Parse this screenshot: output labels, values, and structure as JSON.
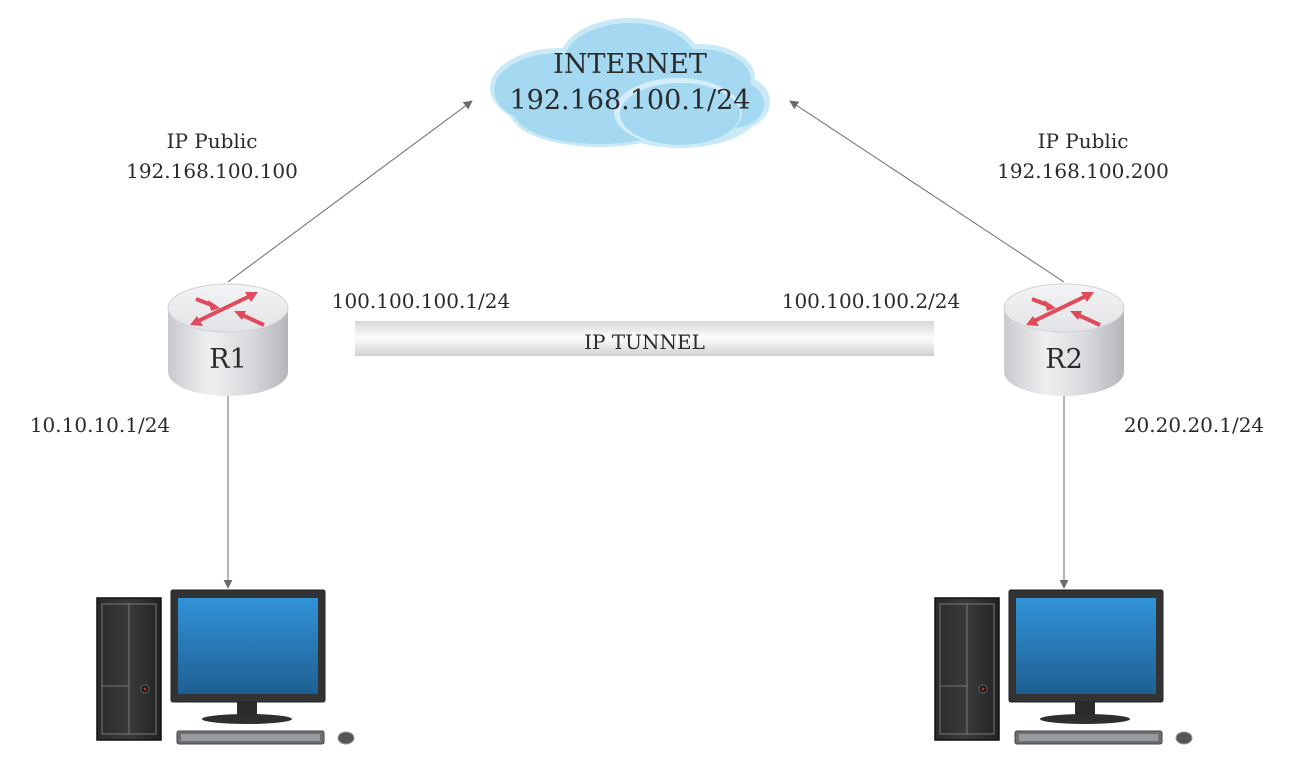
{
  "internet": {
    "title": "INTERNET",
    "address": "192.168.100.1/24"
  },
  "routers": [
    {
      "name": "R1",
      "public_label": "IP Public",
      "public_ip": "192.168.100.100",
      "tunnel_ip": "100.100.100.1/24",
      "lan_ip": "10.10.10.1/24"
    },
    {
      "name": "R2",
      "public_label": "IP Public",
      "public_ip": "192.168.100.200",
      "tunnel_ip": "100.100.100.2/24",
      "lan_ip": "20.20.20.1/24"
    }
  ],
  "tunnel": {
    "label": "IP TUNNEL"
  },
  "colors": {
    "cloud": "#a8d8ef",
    "router_arrows": "#e04a5a",
    "screen": "#2f86c8",
    "link": "#6b6b6b"
  }
}
